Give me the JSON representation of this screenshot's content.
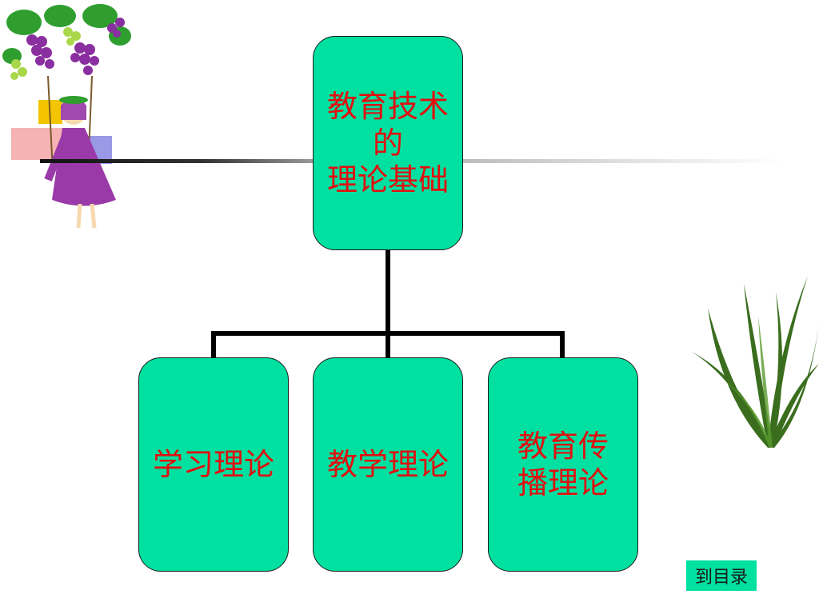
{
  "diagram": {
    "root": {
      "label": "教育技术\n的\n理论基础"
    },
    "children": [
      {
        "label": "学习理论"
      },
      {
        "label": "教学理论"
      },
      {
        "label": "教育传\n播理论"
      }
    ]
  },
  "nav": {
    "toc_label": "到目录"
  },
  "colors": {
    "node_fill": "#00e0a0",
    "node_text": "#e01010",
    "connector": "#000000"
  },
  "decorations": {
    "top_left": "grape-vine-swing-girl-icon",
    "right": "grass-plant-icon"
  }
}
